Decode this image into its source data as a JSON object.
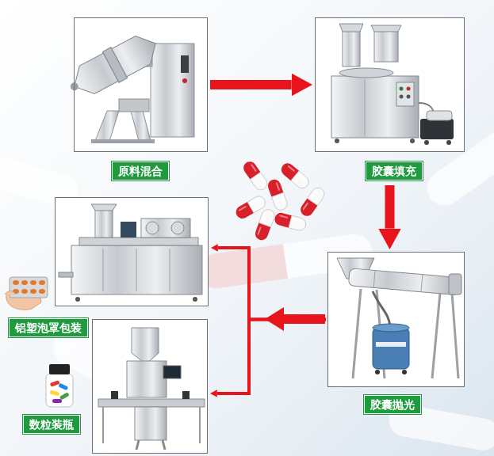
{
  "diagram": {
    "nodes": [
      {
        "text": [
          "原料混合"
        ]
      },
      {
        "text": [
          "胶囊填充"
        ]
      },
      {
        "text": [
          "胶囊抛光"
        ]
      },
      {
        "text": [
          "铝塑泡罩包装"
        ]
      },
      {
        "text": [
          "数粒装瓶"
        ]
      }
    ],
    "edges": [
      {
        "from": 0,
        "to": 1,
        "arrow": "to"
      },
      {
        "from": 1,
        "to": 2,
        "arrow": "to"
      },
      {
        "from": 2,
        "to": 3,
        "arrow": "to"
      },
      {
        "from": 2,
        "to": 4,
        "arrow": "to"
      }
    ]
  }
}
